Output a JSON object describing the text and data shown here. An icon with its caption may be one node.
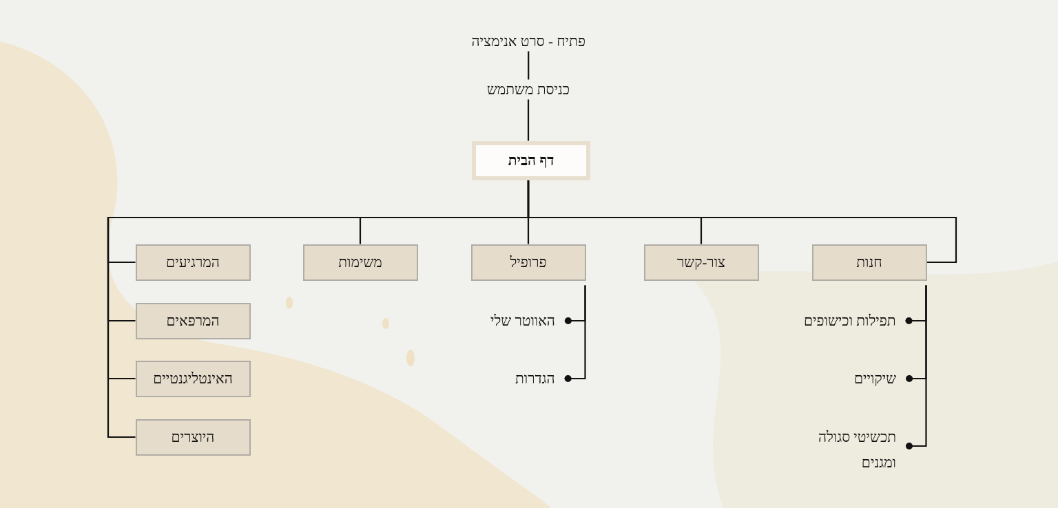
{
  "diagram": {
    "nodes": [
      {
        "text": [
          "פתיח - סרט אנימציה"
        ]
      },
      {
        "text": [
          "כניסת משתמש"
        ]
      },
      {
        "text": [
          "דף הבית"
        ]
      },
      {
        "text": [
          "המרגיעים"
        ]
      },
      {
        "text": [
          "משימות"
        ]
      },
      {
        "text": [
          "פרופיל"
        ]
      },
      {
        "text": [
          "צור-קשר"
        ]
      },
      {
        "text": [
          "חנות"
        ]
      },
      {
        "text": [
          "המרפאים"
        ]
      },
      {
        "text": [
          "האינטליגנטיים"
        ]
      },
      {
        "text": [
          "היוצרים"
        ]
      },
      {
        "text": [
          "האווטר שלי"
        ]
      },
      {
        "text": [
          "הגדרות"
        ]
      },
      {
        "text": [
          "תפילות וכישופים"
        ]
      },
      {
        "text": [
          "שיקויים"
        ]
      },
      {
        "text": [
          "תכשיטי סגולה ומגנים"
        ]
      }
    ],
    "edges": [
      {
        "from": 0,
        "to": 1,
        "arrow": "none"
      },
      {
        "from": 1,
        "to": 2,
        "arrow": "none"
      },
      {
        "from": 2,
        "to": 3,
        "arrow": "none"
      },
      {
        "from": 2,
        "to": 8,
        "arrow": "none"
      },
      {
        "from": 2,
        "to": 9,
        "arrow": "none"
      },
      {
        "from": 2,
        "to": 10,
        "arrow": "none"
      },
      {
        "from": 2,
        "to": 4,
        "arrow": "none"
      },
      {
        "from": 2,
        "to": 5,
        "arrow": "none"
      },
      {
        "from": 2,
        "to": 6,
        "arrow": "none"
      },
      {
        "from": 2,
        "to": 7,
        "arrow": "none"
      },
      {
        "from": 5,
        "to": 11,
        "arrow": "other"
      },
      {
        "from": 5,
        "to": 12,
        "arrow": "other"
      },
      {
        "from": 7,
        "to": 13,
        "arrow": "other"
      },
      {
        "from": 7,
        "to": 14,
        "arrow": "other"
      },
      {
        "from": 7,
        "to": 15,
        "arrow": "other"
      }
    ]
  }
}
